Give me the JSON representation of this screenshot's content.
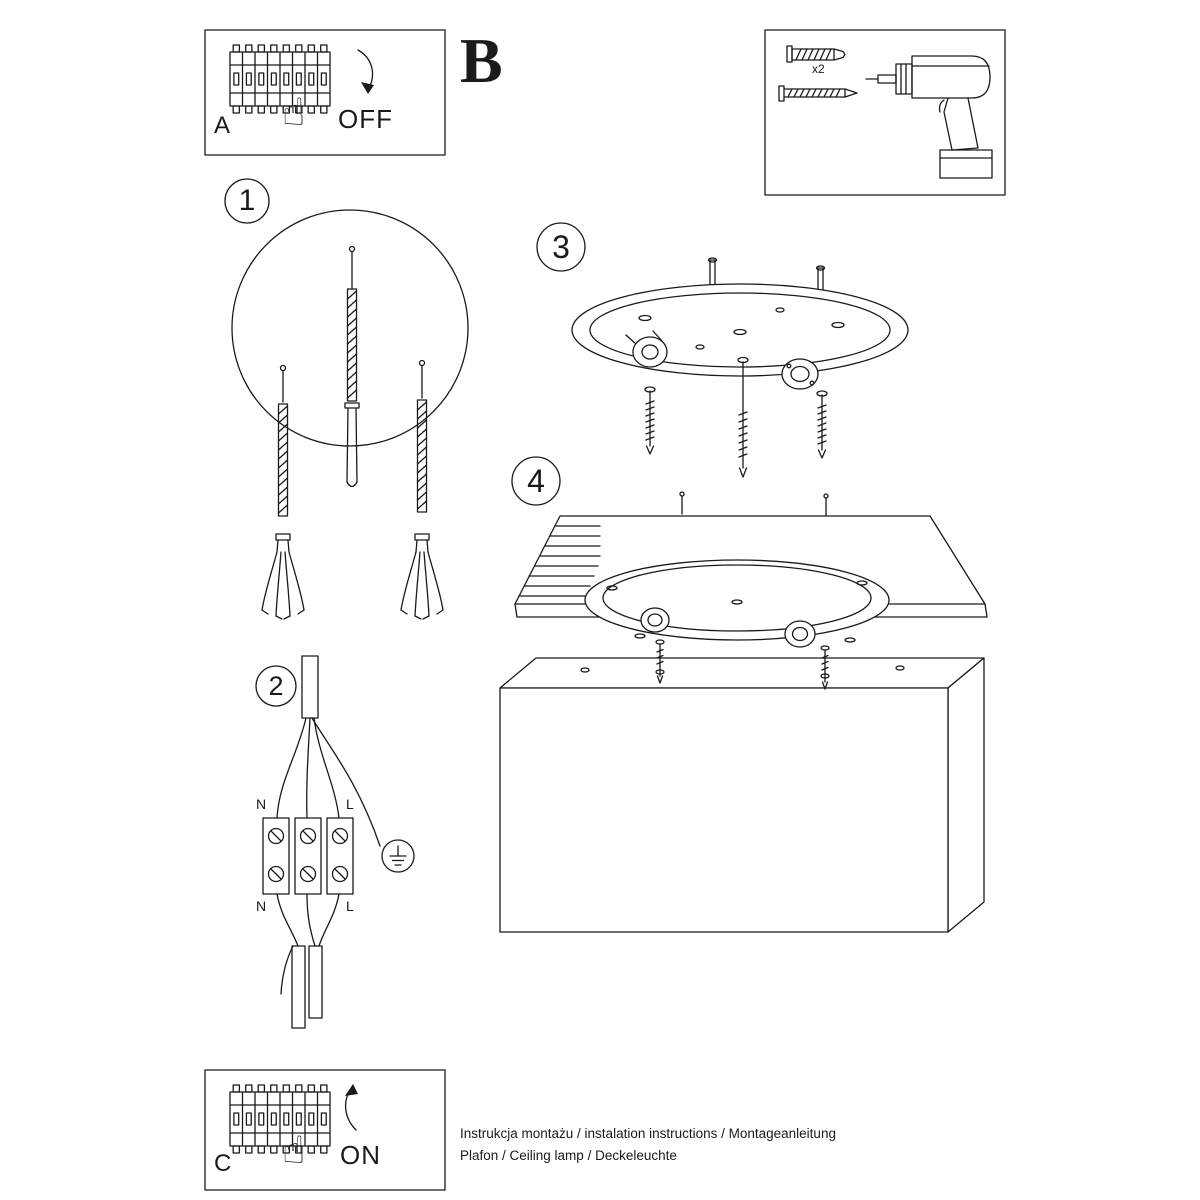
{
  "colors": {
    "ink": "#1a1a1a",
    "paper": "#ffffff"
  },
  "icons": {
    "hand": "☝"
  },
  "letter_b": "B",
  "panel_a": {
    "label": "A",
    "action": "OFF"
  },
  "panel_c": {
    "label": "C",
    "action": "ON"
  },
  "parts": {
    "anchor_qty": "x2"
  },
  "steps": {
    "one": "1",
    "two": "2",
    "three": "3",
    "four": "4"
  },
  "wiring": {
    "n_top": "N",
    "l_top": "L",
    "n_bottom": "N",
    "l_bottom": "L"
  },
  "footer": {
    "line1": "Instrukcja montażu / instalation instructions / Montageanleitung",
    "line2": "Plafon / Ceiling lamp / Deckeleuchte"
  }
}
